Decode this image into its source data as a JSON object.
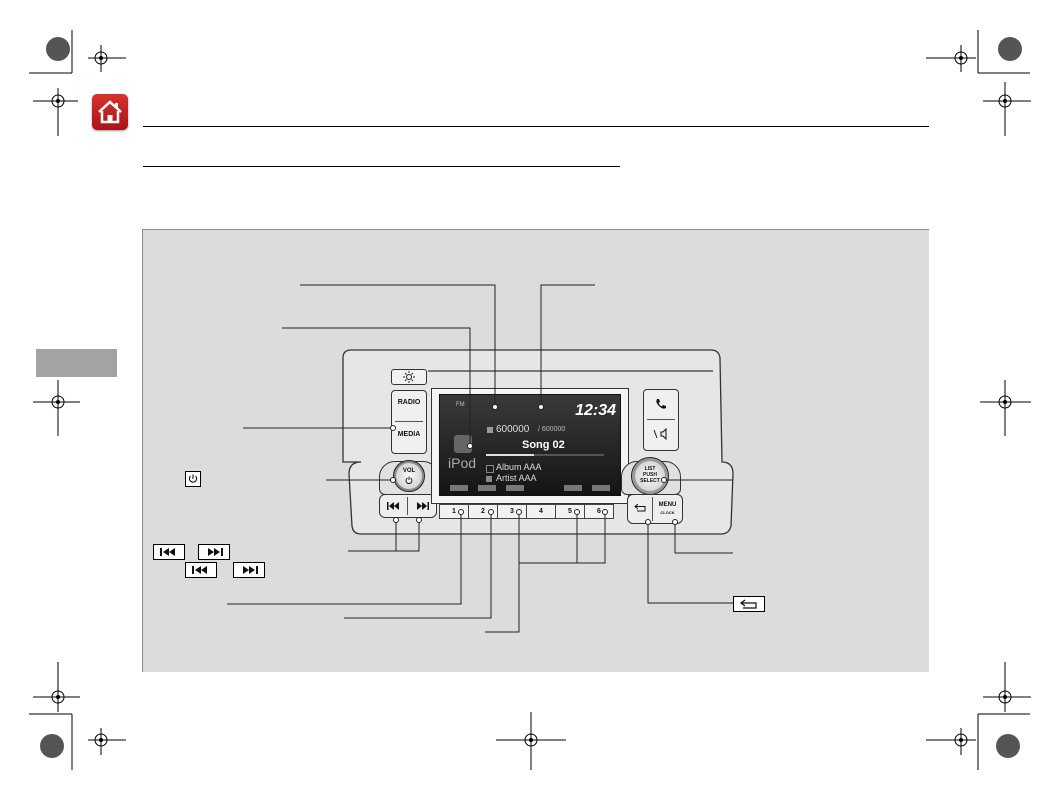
{
  "home": {
    "icon": "home-icon"
  },
  "unit": {
    "radio_label": "RADIO",
    "media_label": "MEDIA",
    "vol_label": "VOL",
    "list_label_1": "LIST",
    "list_label_2": "PUSH",
    "list_label_3": "SELECT",
    "menu_label": "MENU",
    "clock_label": "CLOCK",
    "presets": [
      "1",
      "2",
      "3",
      "4",
      "5",
      "6"
    ]
  },
  "screen": {
    "time": "12:34",
    "logo": "iPod",
    "track_numbers": "600000",
    "track_total": "/ 600000",
    "song": "Song 02",
    "album": "Album AAA",
    "artist": "Artist AAA",
    "fm_text": "FM"
  },
  "icons": {
    "power": "power-icon",
    "skip_back": "skip-back-icon",
    "skip_forward": "skip-forward-icon",
    "back": "back-icon",
    "phone": "phone-icon",
    "brightness": "brightness-icon"
  }
}
